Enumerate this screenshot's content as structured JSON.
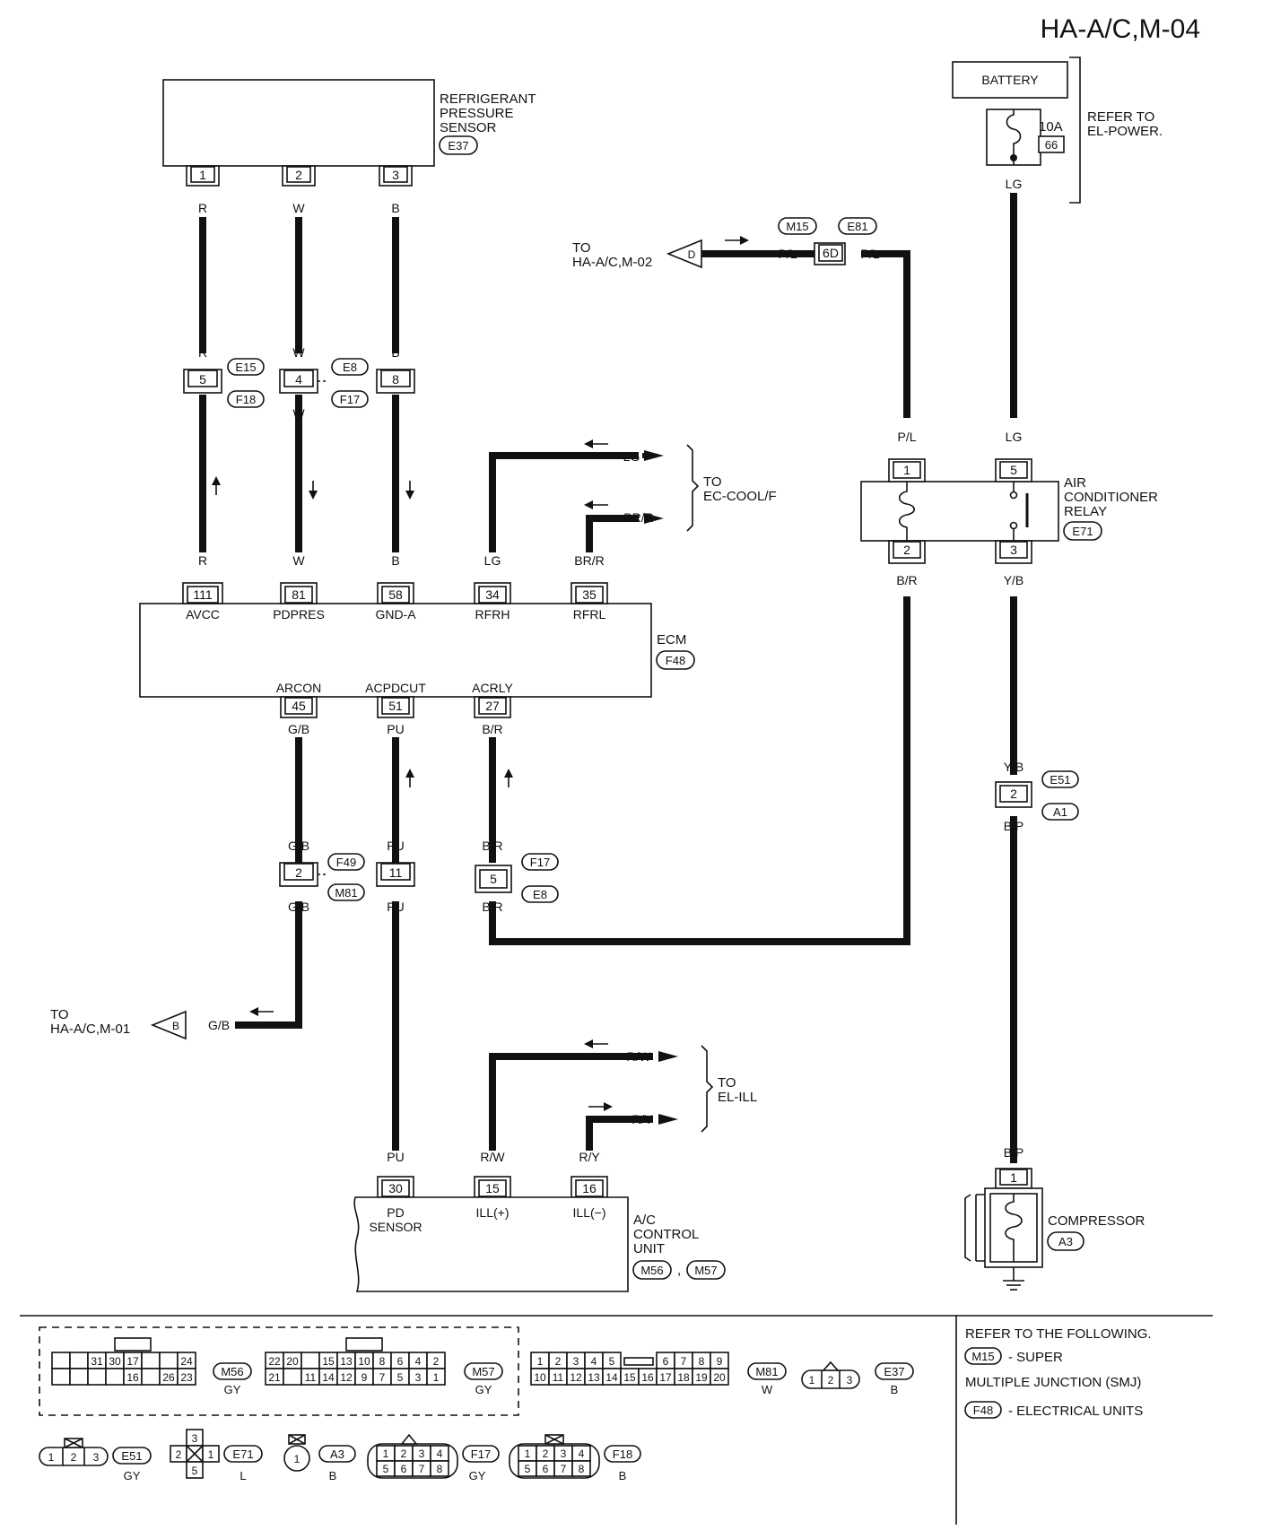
{
  "title": "HA-A/C,M-04",
  "components": {
    "battery": "BATTERY",
    "fuse_rating": "10A",
    "fuse_number": "66",
    "refer_el_power": [
      "REFER TO",
      "EL-POWER."
    ],
    "sensor_name": [
      "REFRIGERANT",
      "PRESSURE",
      "SENSOR"
    ],
    "sensor_conn": "E37",
    "ecm": "ECM",
    "ecm_conn": "F48",
    "relay_name": [
      "AIR",
      "CONDITIONER",
      "RELAY"
    ],
    "relay_conn": "E71",
    "acu_name": [
      "A/C",
      "CONTROL",
      "UNIT"
    ],
    "acu_conn1": "M56",
    "acu_conn2": "M57",
    "acu_sep": ",",
    "compressor": "COMPRESSOR",
    "compressor_conn": "A3",
    "pd_sensor": [
      "PD",
      "SENSOR"
    ]
  },
  "sensor_pins": [
    "1",
    "2",
    "3"
  ],
  "ecm_top_pins": [
    {
      "pin": "111",
      "name": "AVCC",
      "wire": "R"
    },
    {
      "pin": "81",
      "name": "PDPRES",
      "wire": "W"
    },
    {
      "pin": "58",
      "name": "GND-A",
      "wire": "B"
    },
    {
      "pin": "34",
      "name": "RFRH",
      "wire": "LG"
    },
    {
      "pin": "35",
      "name": "RFRL",
      "wire": "BR/R"
    }
  ],
  "ecm_bottom_pins": [
    {
      "pin": "45",
      "name": "ARCON",
      "wire": "G/B"
    },
    {
      "pin": "51",
      "name": "ACPDCUT",
      "wire": "PU"
    },
    {
      "pin": "27",
      "name": "ACRLY",
      "wire": "B/R"
    }
  ],
  "acu_pins": [
    {
      "pin": "30",
      "name": "",
      "wire": "PU"
    },
    {
      "pin": "15",
      "name": "ILL(+)",
      "wire": "R/W"
    },
    {
      "pin": "16",
      "name": "ILL(−)",
      "wire": "R/Y"
    }
  ],
  "inline_connectors": {
    "r5": {
      "pin": "5",
      "top": "E15",
      "bottom": "F18"
    },
    "w4": {
      "pin": "4",
      "top": "E8",
      "bottom": "F17"
    },
    "b8": {
      "pin": "8"
    },
    "gb2": {
      "pin": "2",
      "top": "F49",
      "bottom": "M81"
    },
    "pu11": {
      "pin": "11"
    },
    "br5": {
      "pin": "5",
      "top": "F17",
      "bottom": "E8"
    },
    "yb2": {
      "pin": "2",
      "top": "E51",
      "bottom": "A1"
    },
    "pl6d": {
      "pin": "6D",
      "left": "M15",
      "right": "E81"
    }
  },
  "relay_pins": [
    "1",
    "2",
    "5",
    "3"
  ],
  "compressor_pin": "1",
  "wire_colors": {
    "r": "R",
    "w": "W",
    "b": "B",
    "lg": "LG",
    "brr": "BR/R",
    "gb": "G/B",
    "pu": "PU",
    "br": "B/R",
    "pl": "P/L",
    "yb": "Y/B",
    "bp": "B/P",
    "rw": "R/W",
    "ry": "R/Y"
  },
  "references": {
    "to_m02": [
      "TO",
      "HA-A/C,M-02"
    ],
    "to_m02_letter": "D",
    "to_m01": [
      "TO",
      "HA-A/C,M-01"
    ],
    "to_m01_letter": "B",
    "to_ec_cool": [
      "TO",
      "EC-COOL/F"
    ],
    "to_el_ill": [
      "TO",
      "EL-ILL"
    ]
  },
  "legend": {
    "heading": "REFER TO THE FOLLOWING.",
    "item1_code": "M15",
    "item1_text": "- SUPER",
    "item1_text2": "MULTIPLE JUNCTION (SMJ)",
    "item2_code": "F48",
    "item2_text": "- ELECTRICAL UNITS"
  },
  "connector_views": {
    "m56": {
      "code": "M56",
      "color": "GY",
      "row1": [
        "",
        "",
        "31",
        "30",
        "17",
        "",
        "",
        "24"
      ],
      "row2": [
        "",
        "",
        "",
        "",
        "16",
        "",
        "26",
        "23"
      ]
    },
    "m57": {
      "code": "M57",
      "color": "GY",
      "row1": [
        "22",
        "20",
        "",
        "15",
        "13",
        "10",
        "8",
        "6",
        "4",
        "2"
      ],
      "row2": [
        "21",
        "",
        "11",
        "14",
        "12",
        "9",
        "7",
        "5",
        "3",
        "1"
      ]
    },
    "m81": {
      "code": "M81",
      "color": "W",
      "row1a": [
        "1",
        "2",
        "3",
        "4",
        "5"
      ],
      "row1b": [
        "6",
        "7",
        "8",
        "9"
      ],
      "row2": [
        "10",
        "11",
        "12",
        "13",
        "14",
        "15",
        "16",
        "17",
        "18",
        "19",
        "20"
      ]
    },
    "e37": {
      "code": "E37",
      "color": "B",
      "pins": [
        "1",
        "2",
        "3"
      ]
    },
    "e51": {
      "code": "E51",
      "color": "GY",
      "pins": [
        "1",
        "2",
        "3"
      ]
    },
    "e71": {
      "code": "E71",
      "color": "L",
      "top": "3",
      "left": "2",
      "right": "1",
      "bottom": "5"
    },
    "a3": {
      "code": "A3",
      "color": "B",
      "pin": "1"
    },
    "f17": {
      "code": "F17",
      "color": "GY",
      "row1": [
        "1",
        "2",
        "3",
        "4"
      ],
      "row2": [
        "5",
        "6",
        "7",
        "8"
      ]
    },
    "f18": {
      "code": "F18",
      "color": "B",
      "row1": [
        "1",
        "2",
        "3",
        "4"
      ],
      "row2": [
        "5",
        "6",
        "7",
        "8"
      ]
    }
  }
}
